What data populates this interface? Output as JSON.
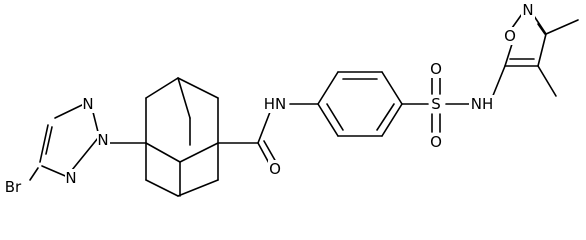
{
  "molecule": {
    "atoms": {
      "ring_n_left": "N",
      "ring_n_top": "N",
      "ring_n_bottom": "N",
      "bromine": "Br",
      "amide_nh": "HN",
      "amide_o": "O",
      "sulfonyl_s": "S",
      "sulfonyl_o_top": "O",
      "sulfonyl_o_bottom": "O",
      "sulfonamide_nh": "NH",
      "isoxazole_n": "N",
      "isoxazole_o": "O"
    }
  }
}
